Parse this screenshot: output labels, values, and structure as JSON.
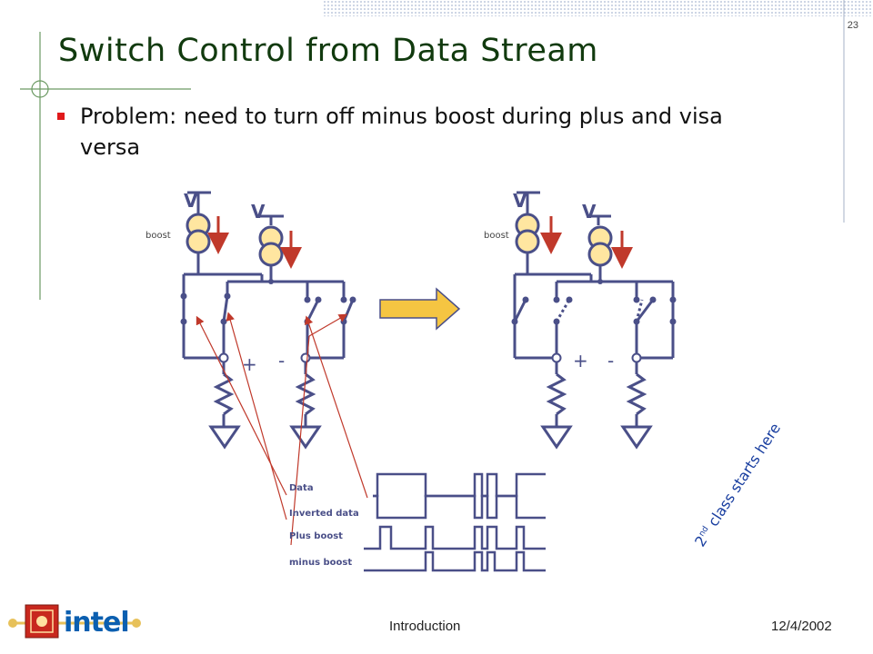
{
  "slide": {
    "number": "23",
    "title": "Switch Control from Data Stream",
    "bullet": "Problem: need to turn off minus boost during plus and visa versa",
    "rotated_note_prefix": "2",
    "rotated_note_sup": "nd",
    "rotated_note_rest": " class starts here"
  },
  "circuit_left": {
    "v1": "V",
    "v2": "V",
    "boost_label": "boost",
    "plus": "+",
    "minus": "-"
  },
  "circuit_right": {
    "v1": "V",
    "v2": "V",
    "boost_label": "boost",
    "plus": "+",
    "minus": "-"
  },
  "waveforms": {
    "labels": [
      "Data",
      "Inverted data",
      "Plus boost",
      "minus boost"
    ]
  },
  "footer": {
    "logo": "intel",
    "section": "Introduction",
    "date": "12/4/2002"
  },
  "colors": {
    "title": "#113a0e",
    "bullet_marker": "#e0191b",
    "circuit": "#4a4f88",
    "arrow_red": "#c0392b",
    "source_fill": "#ffe6a0",
    "big_arrow": "#f5c542",
    "note": "#1a3fa0",
    "logo_blue": "#0b5fb0"
  }
}
